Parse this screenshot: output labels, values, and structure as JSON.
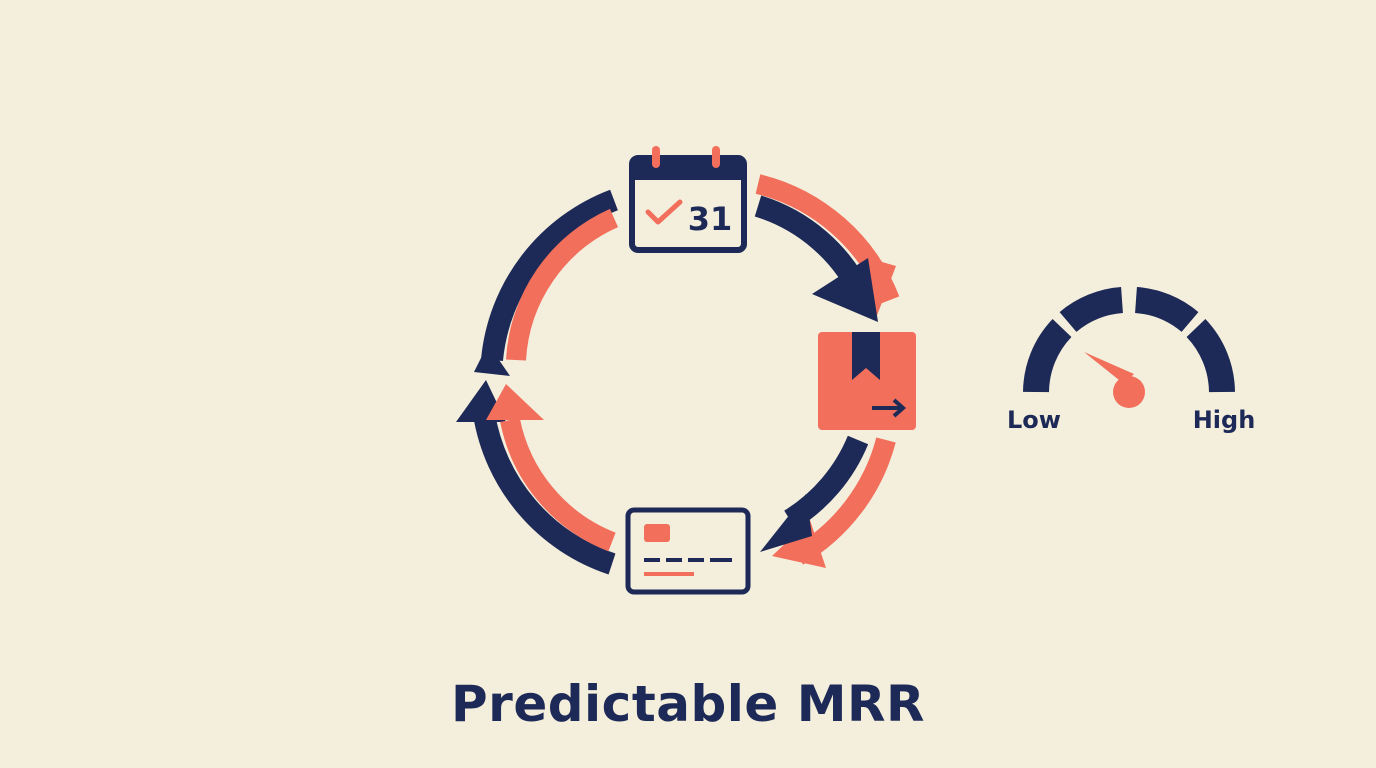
{
  "calendar": {
    "day_number": "31"
  },
  "gauge": {
    "low_label": "Low",
    "high_label": "High",
    "level": 0.25
  },
  "title": "Predictable MRR",
  "colors": {
    "background": "#f4eedc",
    "navy": "#1d2a57",
    "coral": "#f26f5c"
  }
}
